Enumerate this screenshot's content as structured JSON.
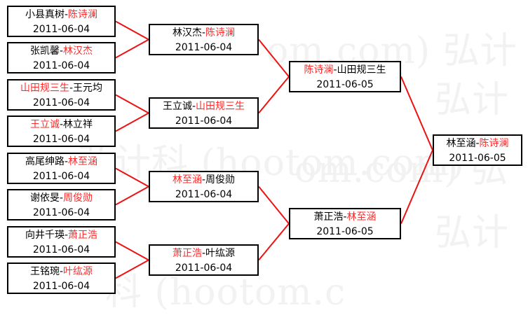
{
  "diagram": {
    "title": "tournament-bracket",
    "winner_color": "#ff2a2a",
    "line_color": "#ee1111",
    "box_border_color": "#000000",
    "separator": "-"
  },
  "watermark": {
    "line_a": "弘计科 (hootom.com)",
    "line_b": "om.com) 弘计",
    "line_c": "科 (hootom.c",
    "line_d": "om.com) 弘",
    "line_e": "弘计",
    "line_f": "弘计"
  },
  "rounds": [
    {
      "name": "round-1",
      "matches": [
        {
          "id": "r1m1",
          "left": "小县真树",
          "right": "陈诗澜",
          "winner": "right",
          "date": "2011-06-04"
        },
        {
          "id": "r1m2",
          "left": "张凯馨",
          "right": "林汉杰",
          "winner": "right",
          "date": "2011-06-04"
        },
        {
          "id": "r1m3",
          "left": "山田规三生",
          "right": "王元均",
          "winner": "left",
          "date": "2011-06-04"
        },
        {
          "id": "r1m4",
          "left": "王立诚",
          "right": "林立祥",
          "winner": "left",
          "date": "2011-06-04"
        },
        {
          "id": "r1m5",
          "left": "高尾绅路",
          "right": "林至涵",
          "winner": "right",
          "date": "2011-06-04"
        },
        {
          "id": "r1m6",
          "left": "谢依旻",
          "right": "周俊勋",
          "winner": "right",
          "date": "2011-06-04"
        },
        {
          "id": "r1m7",
          "left": "向井千瑛",
          "right": "萧正浩",
          "winner": "right",
          "date": "2011-06-04"
        },
        {
          "id": "r1m8",
          "left": "王铭琬",
          "right": "叶纮源",
          "winner": "right",
          "date": "2011-06-04"
        }
      ]
    },
    {
      "name": "round-2",
      "matches": [
        {
          "id": "r2m1",
          "left": "林汉杰",
          "right": "陈诗澜",
          "winner": "right",
          "date": "2011-06-04"
        },
        {
          "id": "r2m2",
          "left": "王立诚",
          "right": "山田规三生",
          "winner": "right",
          "date": "2011-06-04"
        },
        {
          "id": "r2m3",
          "left": "林至涵",
          "right": "周俊勋",
          "winner": "left",
          "date": "2011-06-04"
        },
        {
          "id": "r2m4",
          "left": "萧正浩",
          "right": "叶纮源",
          "winner": "left",
          "date": "2011-06-04"
        }
      ]
    },
    {
      "name": "semi-final",
      "matches": [
        {
          "id": "r3m1",
          "left": "陈诗澜",
          "right": "山田规三生",
          "winner": "left",
          "date": "2011-06-05"
        },
        {
          "id": "r3m2",
          "left": "萧正浩",
          "right": "林至涵",
          "winner": "right",
          "date": "2011-06-05"
        }
      ]
    },
    {
      "name": "final",
      "matches": [
        {
          "id": "r4m1",
          "left": "林至涵",
          "right": "陈诗澜",
          "winner": "right",
          "date": "2011-06-05"
        }
      ]
    }
  ]
}
